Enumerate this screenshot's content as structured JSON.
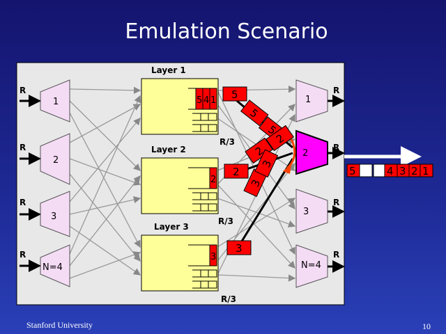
{
  "title": "Emulation Scenario",
  "footer": "Stanford University",
  "page_number": "10",
  "inputs": [
    {
      "rate": "R",
      "label": "1"
    },
    {
      "rate": "R",
      "label": "2"
    },
    {
      "rate": "R",
      "label": "3"
    },
    {
      "rate": "R",
      "label": "N=4"
    }
  ],
  "layers": [
    {
      "label": "Layer 1",
      "queue": [
        "5",
        "4",
        "1"
      ],
      "rate": "R/3"
    },
    {
      "label": "Layer 2",
      "queue": [
        "2"
      ],
      "rate": "R/3"
    },
    {
      "label": "Layer 3",
      "queue": [
        "3"
      ],
      "rate": "R/3"
    }
  ],
  "outputs": [
    {
      "rate": "R",
      "label": "1"
    },
    {
      "rate": "R",
      "label": "2",
      "highlighted": true
    },
    {
      "rate": "R",
      "label": "3"
    },
    {
      "rate": "R",
      "label": "N=4"
    }
  ],
  "packets_in_flight": [
    "5",
    "5",
    "5",
    "2",
    "2",
    "2",
    "3",
    "3",
    "3"
  ],
  "output_sequence": [
    "5",
    "",
    "",
    "4",
    "3",
    "2",
    "1"
  ],
  "colors": {
    "packet": "#ff0000",
    "highlight_output": "#ff00ff",
    "layer_box": "#ffff99",
    "port": "#f5dcf5",
    "panel": "#e8e8e8"
  }
}
